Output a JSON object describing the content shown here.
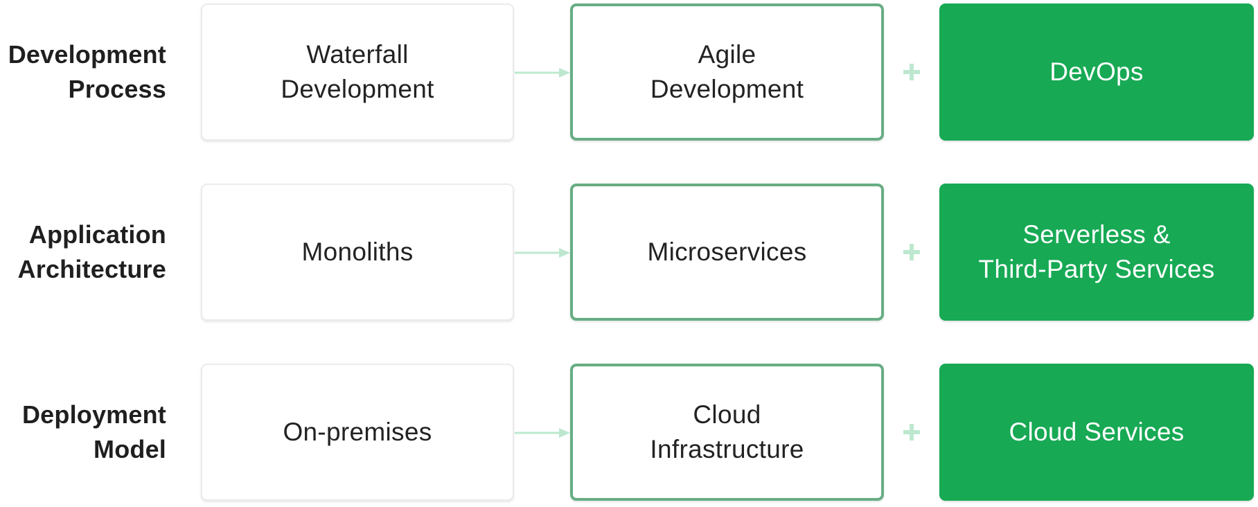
{
  "colors": {
    "accent_fill": "#17A954",
    "accent_border": "#67AD83",
    "connector": "#BDE8CF",
    "label_text": "#1F1F1F"
  },
  "rows": [
    {
      "label": [
        "Development",
        "Process"
      ],
      "legacy": [
        "Waterfall",
        "Development"
      ],
      "modern": [
        "Agile",
        "Development"
      ],
      "connector_icon": "arrow-right-icon",
      "combine_icon": "plus-icon",
      "addition": [
        "DevOps"
      ]
    },
    {
      "label": [
        "Application",
        "Architecture"
      ],
      "legacy": [
        "Monoliths"
      ],
      "modern": [
        "Microservices"
      ],
      "connector_icon": "arrow-right-icon",
      "combine_icon": "plus-icon",
      "addition": [
        "Serverless &",
        "Third-Party Services"
      ]
    },
    {
      "label": [
        "Deployment",
        "Model"
      ],
      "legacy": [
        "On-premises"
      ],
      "modern": [
        "Cloud",
        "Infrastructure"
      ],
      "connector_icon": "arrow-right-icon",
      "combine_icon": "plus-icon",
      "addition": [
        "Cloud Services"
      ]
    }
  ]
}
